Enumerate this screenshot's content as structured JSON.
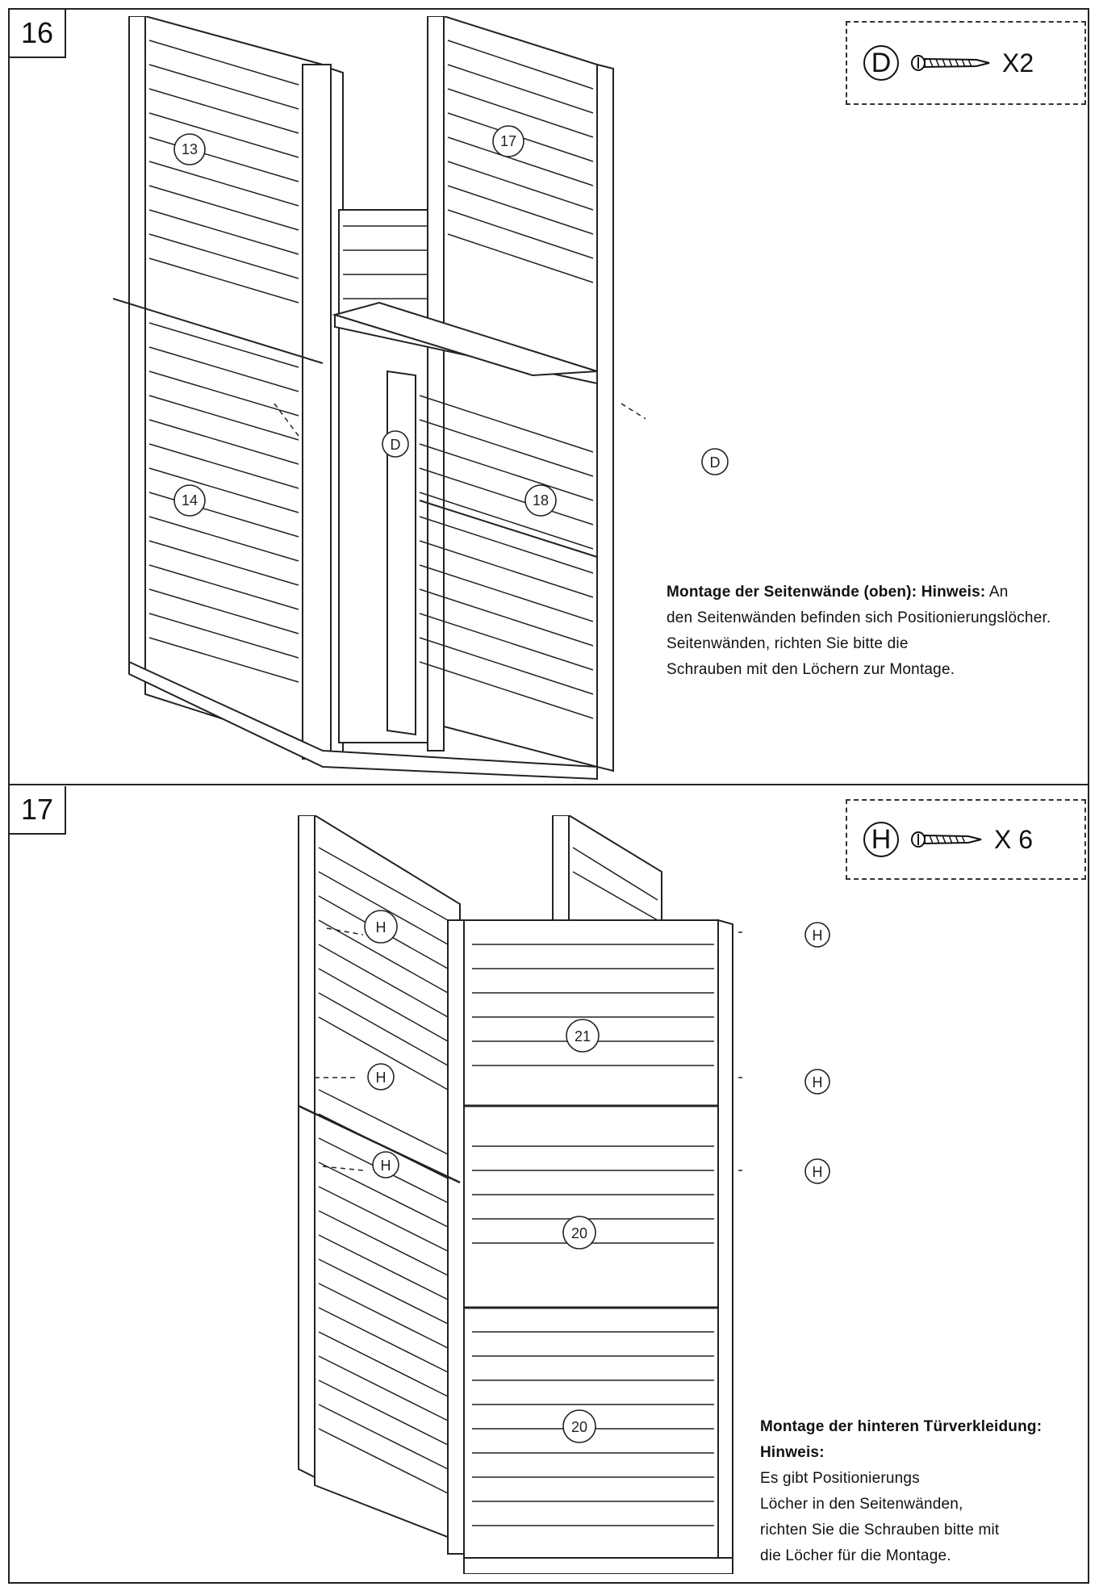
{
  "steps": [
    {
      "number": "16",
      "part_letter": "D",
      "part_qty": "X2",
      "labels": [
        "13",
        "17",
        "14",
        "18",
        "D",
        "D"
      ],
      "note_title": "Montage der Seitenwände (oben):",
      "note_hint": "Hinweis:",
      "note_line1_tail": "An",
      "note_line2": "den Seitenwänden befinden sich Positionierungslöcher.",
      "note_line3": "Seitenwänden, richten Sie bitte die",
      "note_line4": "Schrauben mit den Löchern zur Montage."
    },
    {
      "number": "17",
      "part_letter": "H",
      "part_qty": "X 6",
      "labels": [
        "H",
        "H",
        "H",
        "H",
        "H",
        "H",
        "21",
        "20",
        "20"
      ],
      "note_title": "Montage der hinteren Türverkleidung:",
      "note_hint": "Hinweis:",
      "note_line1": "Es gibt Positionierungs",
      "note_line2": "Löcher in den Seitenwänden,",
      "note_line3": "richten Sie die Schrauben bitte mit",
      "note_line4": "die Löcher für die Montage."
    }
  ]
}
